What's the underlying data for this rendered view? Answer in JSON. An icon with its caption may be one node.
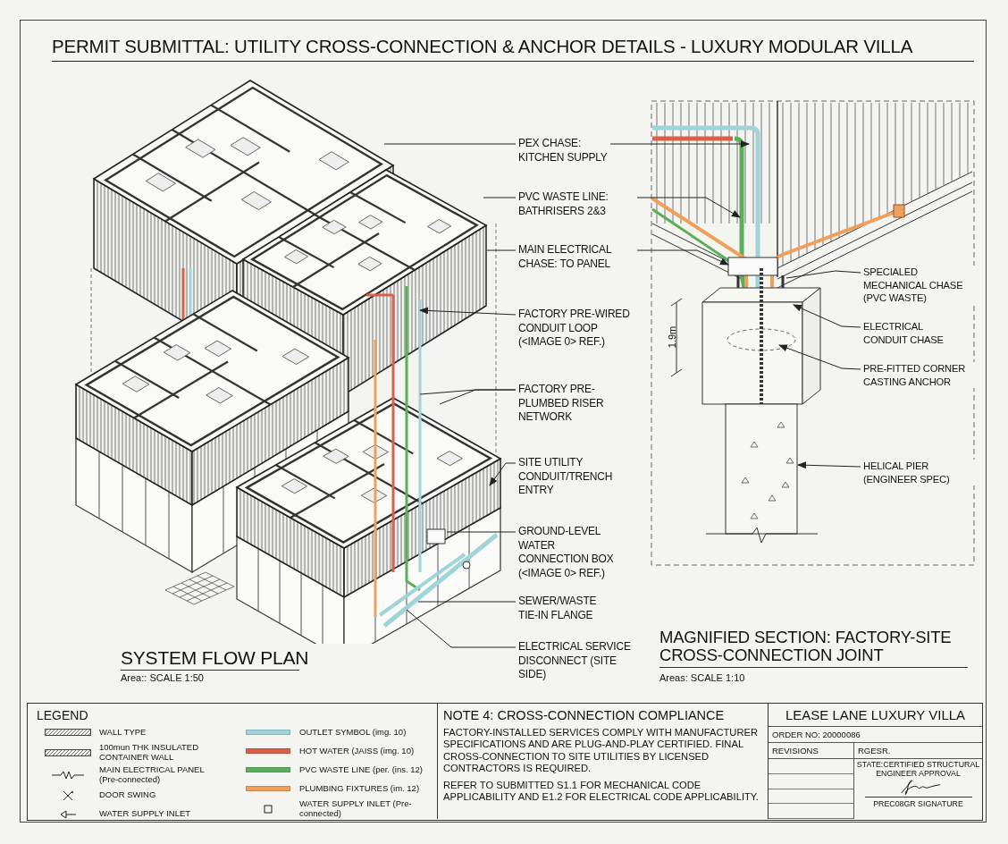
{
  "diagram": {
    "title": "PERMIT SUBMITTAL: UTILITY CROSS-CONNECTION & ANCHOR DETAILS - LUXURY MODULAR VILLA",
    "nodes": [
      {
        "text": [
          "PEX CHASE: KITCHEN SUPPLY"
        ]
      },
      {
        "text": [
          "PVC WASTE LINE: BATHRISERS 2&3"
        ]
      },
      {
        "text": [
          "MAIN ELECTRICAL CHASE: TO PANEL"
        ]
      },
      {
        "text": [
          "FACTORY PRE-WIRED CONDUIT LOOP (<IMAGE 0> REF.)"
        ]
      },
      {
        "text": [
          "FACTORY PRE-PLUMBED RISER NETWORK"
        ]
      },
      {
        "text": [
          "SITE UTILITY CONDUIT/TRENCH ENTRY"
        ]
      },
      {
        "text": [
          "GROUND-LEVEL WATER CONNECTION BOX (<IMAGE 0> REF.)"
        ]
      },
      {
        "text": [
          "SEWER/WASTE TIE-IN FLANGE"
        ]
      },
      {
        "text": [
          "ELECTRICAL SERVICE DISCONNECT (SITE SIDE)"
        ]
      },
      {
        "text": [
          "SPECIALED MECHANICAL CHASE (PVC WASTE)"
        ]
      },
      {
        "text": [
          "ELECTRICAL CONDUIT CHASE"
        ]
      },
      {
        "text": [
          "PRE-FITTED CORNER CASTING ANCHOR"
        ]
      },
      {
        "text": [
          "HELICAL PIER (ENGINEER SPEC)"
        ]
      }
    ],
    "edges": [
      {
        "from": 0,
        "to": null,
        "arrow": "none"
      },
      {
        "from": 0,
        "to": null,
        "arrow": "to"
      },
      {
        "from": 1,
        "to": null,
        "arrow": "none"
      },
      {
        "from": 1,
        "to": null,
        "arrow": "to"
      },
      {
        "from": 2,
        "to": null,
        "arrow": "none"
      },
      {
        "from": 2,
        "to": null,
        "arrow": "to"
      },
      {
        "from": 3,
        "to": null,
        "arrow": "to"
      },
      {
        "from": 4,
        "to": null,
        "arrow": "none"
      },
      {
        "from": 4,
        "to": null,
        "arrow": "none"
      },
      {
        "from": 5,
        "to": null,
        "arrow": "to"
      },
      {
        "from": 6,
        "to": null,
        "arrow": "none"
      },
      {
        "from": 7,
        "to": null,
        "arrow": "none"
      },
      {
        "from": 8,
        "to": null,
        "arrow": "none"
      },
      {
        "from": 9,
        "to": null,
        "arrow": "none"
      },
      {
        "from": 10,
        "to": null,
        "arrow": "to"
      },
      {
        "from": 11,
        "to": null,
        "arrow": "to"
      },
      {
        "from": 12,
        "to": null,
        "arrow": "to"
      }
    ],
    "labels": [
      "SYSTEM FLOW PLAN",
      "Area:: SCALE 1:50",
      "MAGNIFIED SECTION: FACTORY-SITE CROSS-CONNECTION JOINT",
      "Areas: SCALE 1:10",
      "1.9m",
      "LEGEND",
      "NOTE 4: CROSS-CONNECTION COMPLIANCE",
      "FACTORY-INSTALLED SERVICES COMPLY WITH MANUFACTURER SPECIFICATIONS AND ARE PLUG-AND-PLAY CERTIFIED. FINAL CROSS-CONNECTION TO SITE UTILITIES BY LICENSED CONTRACTORS IS REQUIRED.",
      "REFER TO SUBMITTED S1.1 FOR MECHANICAL CODE APPLICABILITY AND E1.2 FOR ELECTRICAL CODE APPLICABILITY.",
      "LEASE LANE LUXURY VILLA",
      "ORDER NO: 20000086",
      "REVISIONS",
      "RGESR.",
      "STATE:CERTIFIED STRUCTURAL ENGINEER APPROVAL",
      "PREC08GR SIGNATURE"
    ],
    "legend": [
      {
        "text": "WALL TYPE"
      },
      {
        "text": "100mun THK INSULATED CONTAINER WALL"
      },
      {
        "text": "MAIN ELECTRICAL PANEL (Pre-connected)"
      },
      {
        "text": "DOOR SWING"
      },
      {
        "text": "WATER SUPPLY INLET"
      },
      {
        "text": "OUTLET SYMBOL (img. 10)",
        "color": "#9fd4d9"
      },
      {
        "text": "HOT WATER (JAISS (img. 10)",
        "color": "#d9604a"
      },
      {
        "text": "PVC WASTE LINE (per. (ins. 12)",
        "color": "#5cae5c"
      },
      {
        "text": "PLUMBING FIXTURES (im. 12)",
        "color": "#f0a05a"
      },
      {
        "text": "WATER SUPPLY INLET (Pre-connected)"
      }
    ]
  }
}
